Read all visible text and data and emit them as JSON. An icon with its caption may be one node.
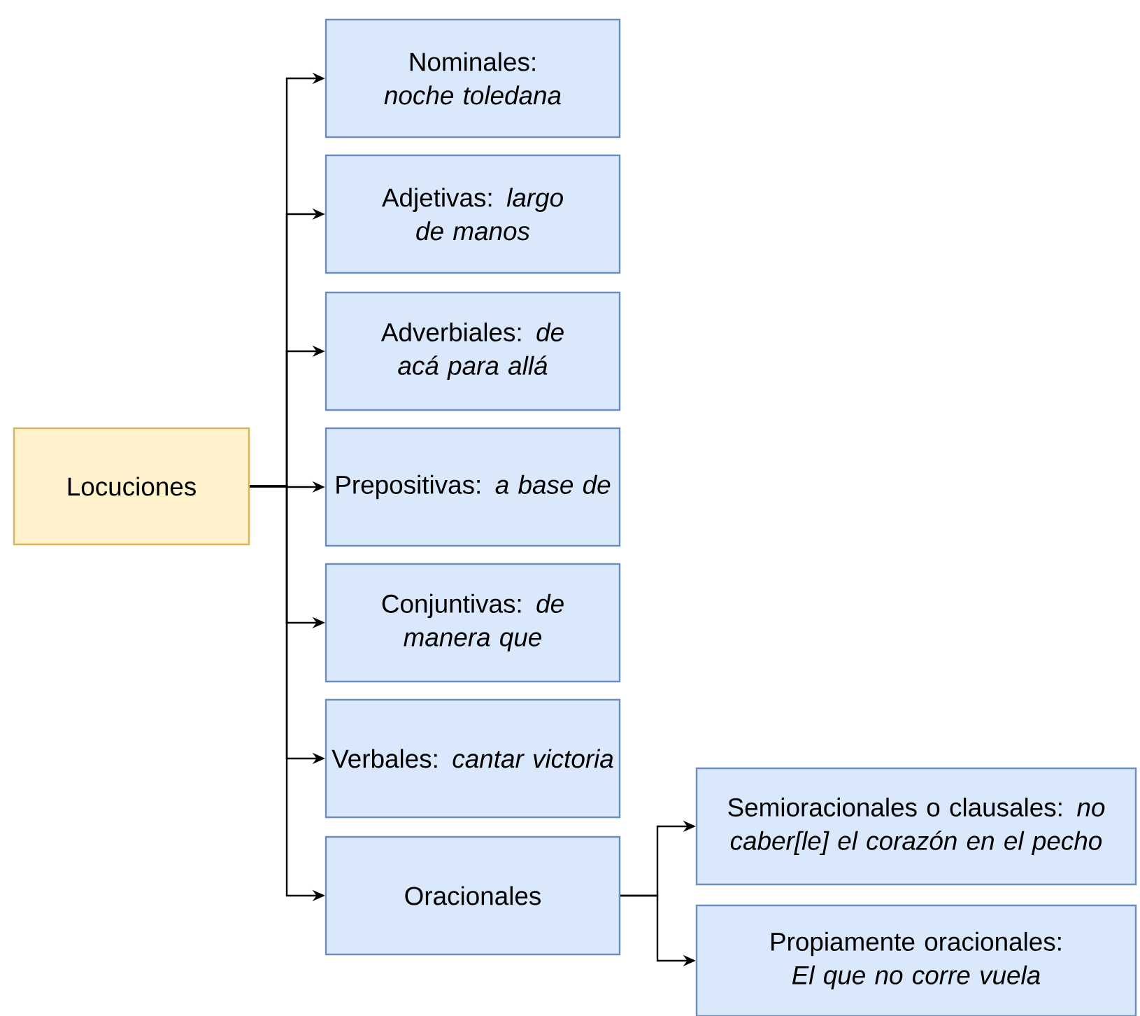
{
  "diagram": {
    "nodes": [
      {
        "text": [
          "Locuciones"
        ]
      },
      {
        "text": [
          "Nominales: *noche toledana*"
        ]
      },
      {
        "text": [
          "Adjetivas: *largo de manos*"
        ]
      },
      {
        "text": [
          "Adverbiales: *de acá para allá*"
        ]
      },
      {
        "text": [
          "Prepositivas: *a base de*"
        ]
      },
      {
        "text": [
          "Conjuntivas: *de manera que*"
        ]
      },
      {
        "text": [
          "Verbales: *cantar victoria*"
        ]
      },
      {
        "text": [
          "Oracionales"
        ]
      },
      {
        "text": [
          "Semioracionales o clausales: *no caber[le] el corazón en el pecho*"
        ]
      },
      {
        "text": [
          "Propiamente oracionales: *El que no corre vuela*"
        ]
      }
    ],
    "edges": [
      {
        "from": 0,
        "to": 1,
        "arrow": "to"
      },
      {
        "from": 0,
        "to": 2,
        "arrow": "to"
      },
      {
        "from": 0,
        "to": 3,
        "arrow": "to"
      },
      {
        "from": 0,
        "to": 4,
        "arrow": "to"
      },
      {
        "from": 0,
        "to": 5,
        "arrow": "to"
      },
      {
        "from": 0,
        "to": 6,
        "arrow": "to"
      },
      {
        "from": 0,
        "to": 7,
        "arrow": "to"
      },
      {
        "from": 7,
        "to": 8,
        "arrow": "to"
      },
      {
        "from": 7,
        "to": 9,
        "arrow": "to"
      }
    ]
  }
}
